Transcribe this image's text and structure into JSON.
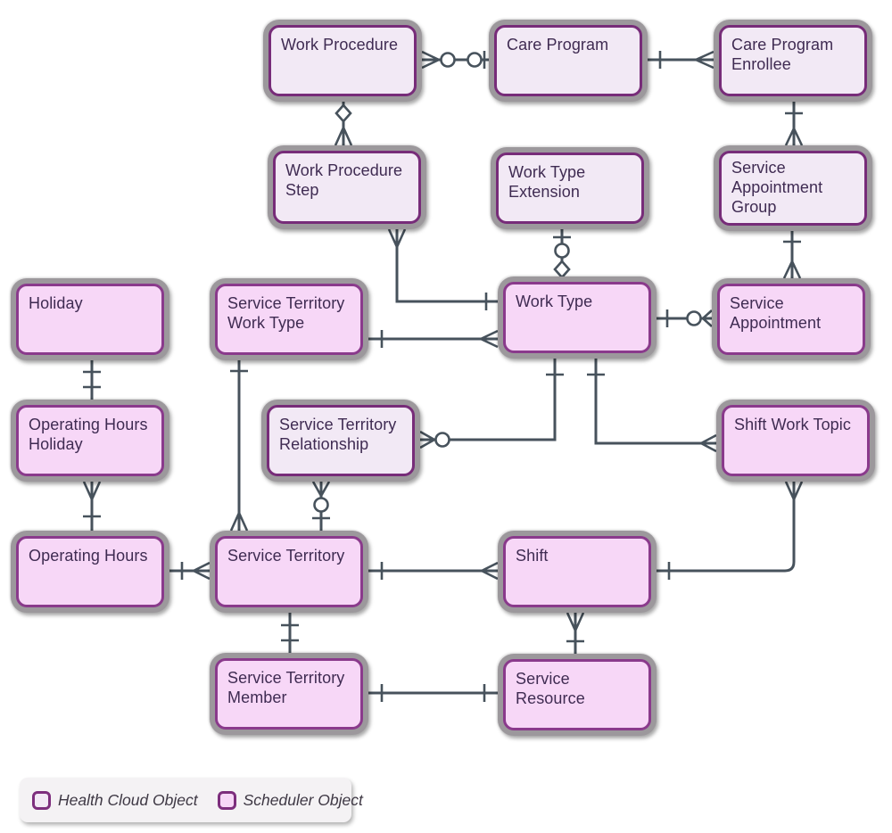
{
  "diagram": {
    "nodes": [
      {
        "id": "work-procedure",
        "label": "Work Procedure",
        "type": "health-cloud"
      },
      {
        "id": "care-program",
        "label": "Care Program",
        "type": "health-cloud"
      },
      {
        "id": "care-program-enrollee",
        "label": "Care Program Enrollee",
        "type": "health-cloud"
      },
      {
        "id": "work-procedure-step",
        "label": "Work Procedure Step",
        "type": "health-cloud"
      },
      {
        "id": "work-type-extension",
        "label": "Work Type Extension",
        "type": "health-cloud"
      },
      {
        "id": "service-appointment-group",
        "label": "Service Appointment Group",
        "type": "health-cloud"
      },
      {
        "id": "holiday",
        "label": "Holiday",
        "type": "scheduler"
      },
      {
        "id": "service-territory-work-type",
        "label": "Service Territory Work Type",
        "type": "scheduler"
      },
      {
        "id": "work-type",
        "label": "Work Type",
        "type": "scheduler"
      },
      {
        "id": "service-appointment",
        "label": "Service Appointment",
        "type": "scheduler"
      },
      {
        "id": "operating-hours-holiday",
        "label": "Operating Hours Holiday",
        "type": "scheduler"
      },
      {
        "id": "service-territory-relationship",
        "label": "Service Territory Relationship",
        "type": "health-cloud"
      },
      {
        "id": "shift-work-topic",
        "label": "Shift Work Topic",
        "type": "scheduler"
      },
      {
        "id": "operating-hours",
        "label": "Operating Hours",
        "type": "scheduler"
      },
      {
        "id": "service-territory",
        "label": "Service Territory",
        "type": "scheduler"
      },
      {
        "id": "shift",
        "label": "Shift",
        "type": "scheduler"
      },
      {
        "id": "service-territory-member",
        "label": "Service Territory Member",
        "type": "scheduler"
      },
      {
        "id": "service-resource",
        "label": "Service Resource",
        "type": "scheduler"
      }
    ],
    "edges": [
      {
        "from": "work-procedure",
        "to": "care-program",
        "from_marker": "many",
        "mid_markers": [
          "zero",
          "zero"
        ],
        "to_marker": "one"
      },
      {
        "from": "care-program",
        "to": "care-program-enrollee",
        "from_marker": "one",
        "to_marker": "many"
      },
      {
        "from": "work-procedure",
        "to": "work-procedure-step",
        "from_marker": "diamond",
        "to_marker": "many"
      },
      {
        "from": "work-procedure-step",
        "to": "work-type",
        "from_marker": "many",
        "to_marker": "one"
      },
      {
        "from": "work-type-extension",
        "to": "work-type",
        "from_marker": "one",
        "mid_markers": [
          "zero"
        ],
        "to_marker": "diamond"
      },
      {
        "from": "care-program-enrollee",
        "to": "service-appointment-group",
        "from_marker": "one",
        "to_marker": "many"
      },
      {
        "from": "service-appointment-group",
        "to": "service-appointment",
        "from_marker": "one",
        "to_marker": "many"
      },
      {
        "from": "work-type",
        "to": "service-appointment",
        "from_marker": "one",
        "mid_markers": [
          "zero"
        ],
        "to_marker": "many"
      },
      {
        "from": "service-territory-work-type",
        "to": "work-type",
        "from_marker": "one",
        "to_marker": "many"
      },
      {
        "from": "service-territory-work-type",
        "to": "service-territory",
        "from_marker": "one",
        "to_marker": "many"
      },
      {
        "from": "service-territory-relationship",
        "to": "service-territory",
        "from_marker": "many",
        "mid_markers": [
          "zero"
        ],
        "to_marker": "one"
      },
      {
        "from": "service-territory-relationship",
        "to": "work-type",
        "from_marker": "many",
        "mid_markers": [
          "zero"
        ],
        "to_marker": "one"
      },
      {
        "from": "work-type",
        "to": "shift-work-topic",
        "from_marker": "one",
        "to_marker": "many"
      },
      {
        "from": "shift-work-topic",
        "to": "shift",
        "from_marker": "many",
        "to_marker": "one"
      },
      {
        "from": "holiday",
        "to": "operating-hours-holiday",
        "from_marker": "one",
        "to_marker": "one"
      },
      {
        "from": "operating-hours-holiday",
        "to": "operating-hours",
        "from_marker": "many",
        "to_marker": "one"
      },
      {
        "from": "operating-hours",
        "to": "service-territory",
        "from_marker": "one",
        "to_marker": "many"
      },
      {
        "from": "service-territory",
        "to": "shift",
        "from_marker": "one",
        "to_marker": "many"
      },
      {
        "from": "service-territory",
        "to": "service-territory-member",
        "from_marker": "one",
        "to_marker": "one"
      },
      {
        "from": "shift",
        "to": "service-resource",
        "from_marker": "many",
        "to_marker": "one"
      },
      {
        "from": "service-territory-member",
        "to": "service-resource",
        "from_marker": "one",
        "to_marker": "one"
      }
    ],
    "legend": {
      "items": [
        {
          "label": "Health Cloud Object",
          "swatch": "health-cloud"
        },
        {
          "label": "Scheduler Object",
          "swatch": "scheduler"
        }
      ]
    },
    "colors": {
      "health_cloud_fill": "#f2e9f5",
      "scheduler_fill": "#f7d7f7",
      "health_cloud_border": "#772c79",
      "scheduler_border": "#8a3a8c",
      "node_outline": "#9c989c",
      "connector": "#47525c",
      "label_text": "#3f2b52",
      "legend_text": "#3e3844",
      "background": "#ffffff"
    }
  }
}
